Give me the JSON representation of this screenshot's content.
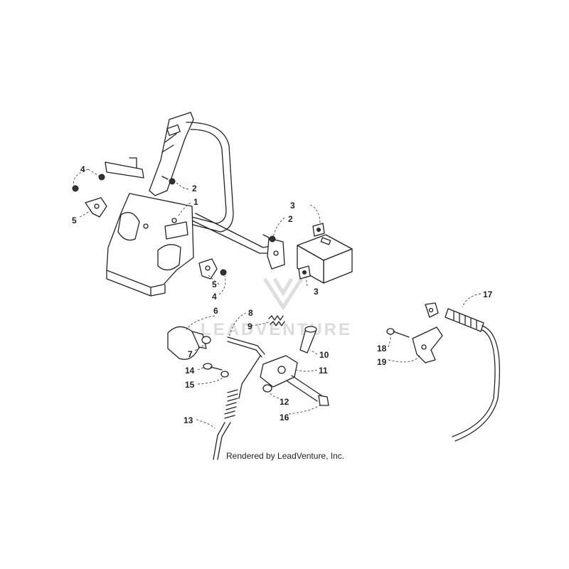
{
  "watermark": {
    "brand": "LEADVENTURE"
  },
  "credit": "Rendered by LeadVenture, Inc.",
  "callouts": [
    "1",
    "2",
    "2",
    "3",
    "3",
    "4",
    "4",
    "5",
    "5",
    "6",
    "7",
    "8",
    "9",
    "10",
    "11",
    "12",
    "13",
    "14",
    "15",
    "16",
    "17",
    "18",
    "19"
  ]
}
